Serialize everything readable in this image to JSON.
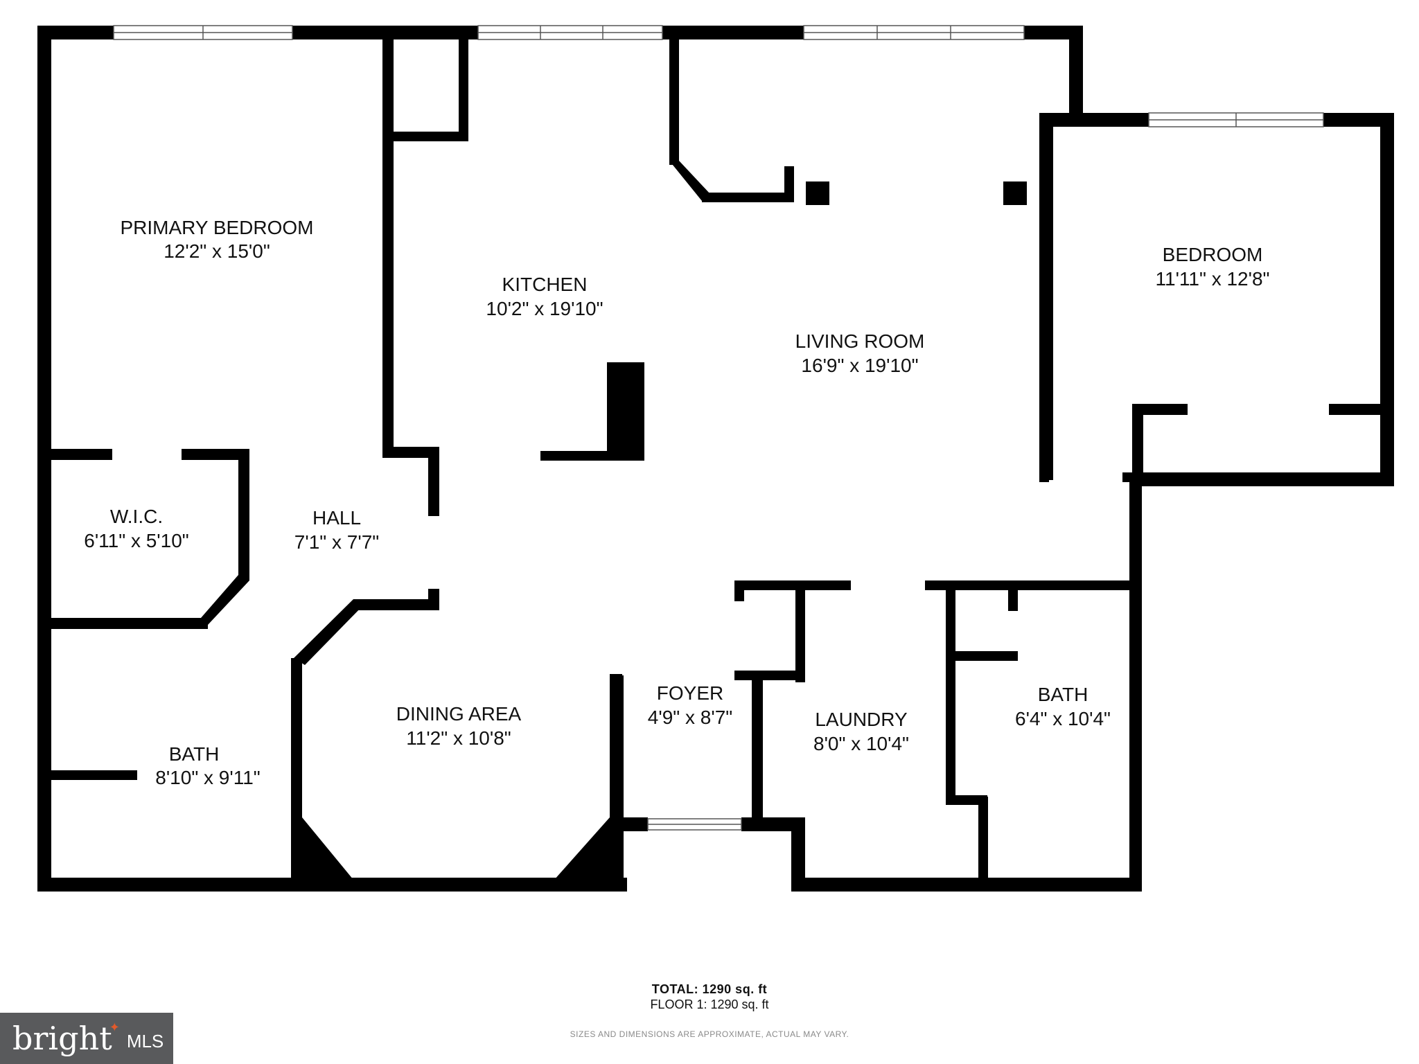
{
  "rooms": {
    "primary_bedroom": {
      "name": "PRIMARY BEDROOM",
      "dims": "12'2\" x 15'0\""
    },
    "kitchen": {
      "name": "KITCHEN",
      "dims": "10'2\" x 19'10\""
    },
    "living_room": {
      "name": "LIVING ROOM",
      "dims": "16'9\" x 19'10\""
    },
    "bedroom": {
      "name": "BEDROOM",
      "dims": "11'11\" x 12'8\""
    },
    "wic": {
      "name": "W.I.C.",
      "dims": "6'11\" x 5'10\""
    },
    "hall": {
      "name": "HALL",
      "dims": "7'1\" x 7'7\""
    },
    "dining_area": {
      "name": "DINING AREA",
      "dims": "11'2\" x 10'8\""
    },
    "foyer": {
      "name": "FOYER",
      "dims": "4'9\" x 8'7\""
    },
    "laundry": {
      "name": "LAUNDRY",
      "dims": "8'0\" x 10'4\""
    },
    "bath_right": {
      "name": "BATH",
      "dims": "6'4\" x 10'4\""
    },
    "bath_left": {
      "name": "BATH",
      "dims": "8'10\" x 9'11\""
    }
  },
  "summary": {
    "total_label": "TOTAL:",
    "total_value": "1290 sq. ft",
    "floor_label": "FLOOR 1:",
    "floor_value": "1290 sq. ft",
    "disclaimer": "SIZES AND DIMENSIONS ARE APPROXIMATE, ACTUAL MAY VARY."
  },
  "logo": {
    "word": "bright",
    "suffix": "MLS"
  },
  "colors": {
    "wall": "#000000",
    "logo_bg": "#595a5c",
    "logo_accent": "#e35a2b"
  }
}
